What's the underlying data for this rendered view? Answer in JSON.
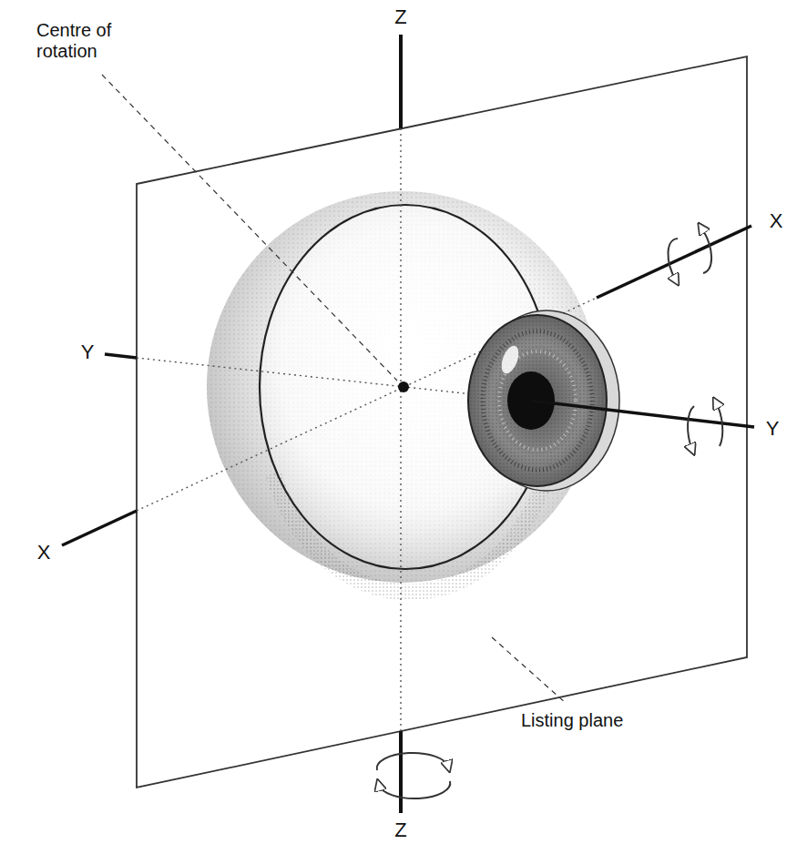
{
  "diagram": {
    "labels": [
      "Centre of rotation",
      "Z",
      "Z",
      "Y",
      "Y",
      "X",
      "X",
      "Listing plane"
    ]
  }
}
